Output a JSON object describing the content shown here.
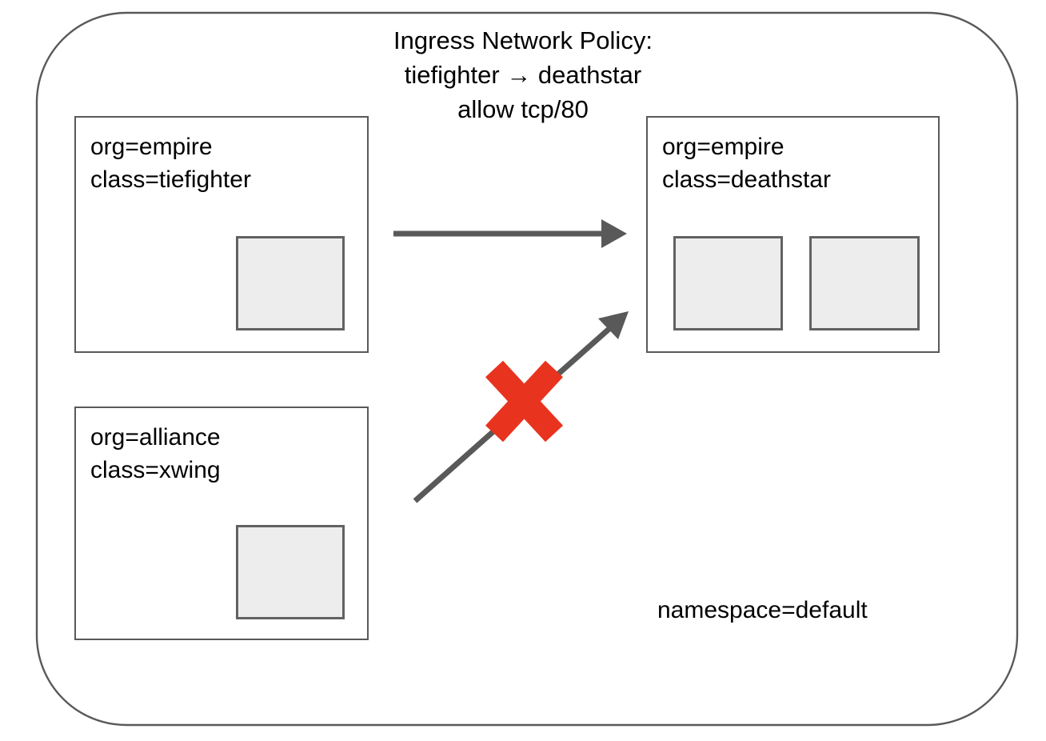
{
  "diagram": {
    "title_lines": [
      "Ingress Network Policy:",
      "tiefighter → deathstar",
      "allow tcp/80"
    ],
    "namespace_label": "namespace=default",
    "colors": {
      "outline": "#595959",
      "arrow": "#595959",
      "deny_mark": "#e8331f",
      "container_fill": "#ededed",
      "container_border": "#626262",
      "background": "#ffffff"
    },
    "pods": [
      {
        "id": "tiefighter",
        "labels": [
          "org=empire",
          "class=tiefighter"
        ],
        "container_count": 1
      },
      {
        "id": "deathstar",
        "labels": [
          "org=empire",
          "class=deathstar"
        ],
        "container_count": 2
      },
      {
        "id": "xwing",
        "labels": [
          "org=alliance",
          "class=xwing"
        ],
        "container_count": 1
      }
    ],
    "flows": [
      {
        "id": "allowed-flow",
        "from": "tiefighter",
        "to": "deathstar",
        "status": "allowed",
        "marker": "arrow"
      },
      {
        "id": "denied-flow",
        "from": "xwing",
        "to": "deathstar",
        "status": "denied",
        "marker": "arrow-with-red-x"
      }
    ]
  }
}
